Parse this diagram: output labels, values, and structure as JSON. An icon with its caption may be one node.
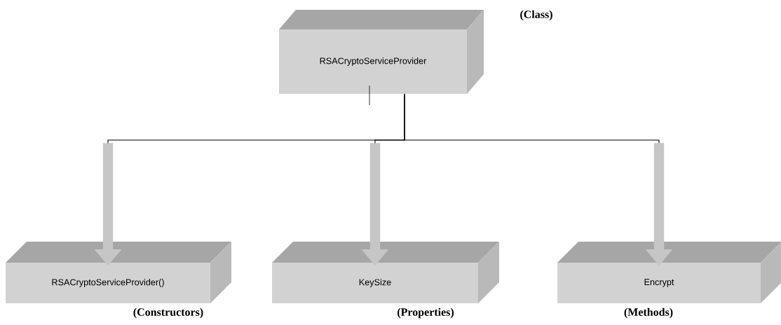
{
  "diagram": {
    "nodes": [
      {
        "text": [
          "RSACryptoServiceProvider"
        ],
        "beside": [
          "(Class)"
        ]
      },
      {
        "text": [
          "RSACryptoServiceProvider()"
        ],
        "beside": [
          "(Constructors)"
        ]
      },
      {
        "text": [
          "KeySize"
        ],
        "beside": [
          "(Properties)"
        ]
      },
      {
        "text": [
          "Encrypt"
        ],
        "beside": [
          "(Methods)"
        ]
      }
    ],
    "edges": [
      {
        "from": 0,
        "to": 1,
        "arrow": "to"
      },
      {
        "from": 0,
        "to": 2,
        "arrow": "to"
      },
      {
        "from": 0,
        "to": 3,
        "arrow": "to"
      }
    ]
  }
}
